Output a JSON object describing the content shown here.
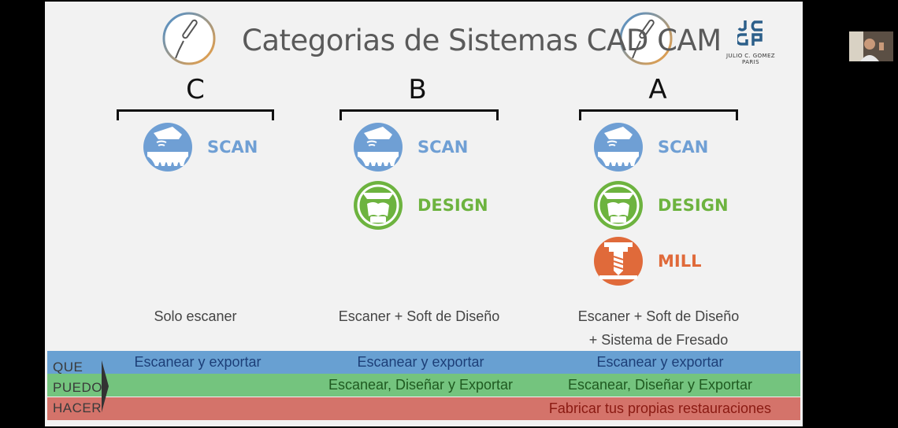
{
  "slide": {
    "title": "Categorias de Sistemas CAD CAM",
    "brand": {
      "name": "JULIO C. GOMEZ PARIS",
      "icon": "jcgp-logo"
    }
  },
  "columns": [
    {
      "letter": "C",
      "modules": [
        {
          "label": "SCAN",
          "icon": "scan-icon"
        }
      ],
      "description": [
        "Solo escaner"
      ]
    },
    {
      "letter": "B",
      "modules": [
        {
          "label": "SCAN",
          "icon": "scan-icon"
        },
        {
          "label": "DESIGN",
          "icon": "design-icon"
        }
      ],
      "description": [
        "Escaner + Soft de Diseño"
      ]
    },
    {
      "letter": "A",
      "modules": [
        {
          "label": "SCAN",
          "icon": "scan-icon"
        },
        {
          "label": "DESIGN",
          "icon": "design-icon"
        },
        {
          "label": "MILL",
          "icon": "mill-icon"
        }
      ],
      "description": [
        "Escaner + Soft de Diseño",
        "+ Sistema de Fresado"
      ]
    }
  ],
  "side_labels": [
    "QUE",
    "PUEDO",
    "HACER"
  ],
  "bands": {
    "blue": [
      "Escanear y exportar",
      "Escanear y exportar",
      "Escanear y exportar"
    ],
    "green": [
      "",
      "Escanear, Diseñar y Exportar",
      "Escanear, Diseñar y Exportar"
    ],
    "red": [
      "",
      "",
      "Fabricar tus propias restauraciones"
    ]
  },
  "colors": {
    "scan": "#6f9fd4",
    "design": "#6db33f",
    "mill": "#e06a3a",
    "band_blue": "#68a0d2",
    "band_green": "#74c47e",
    "band_red": "#d4736a"
  }
}
